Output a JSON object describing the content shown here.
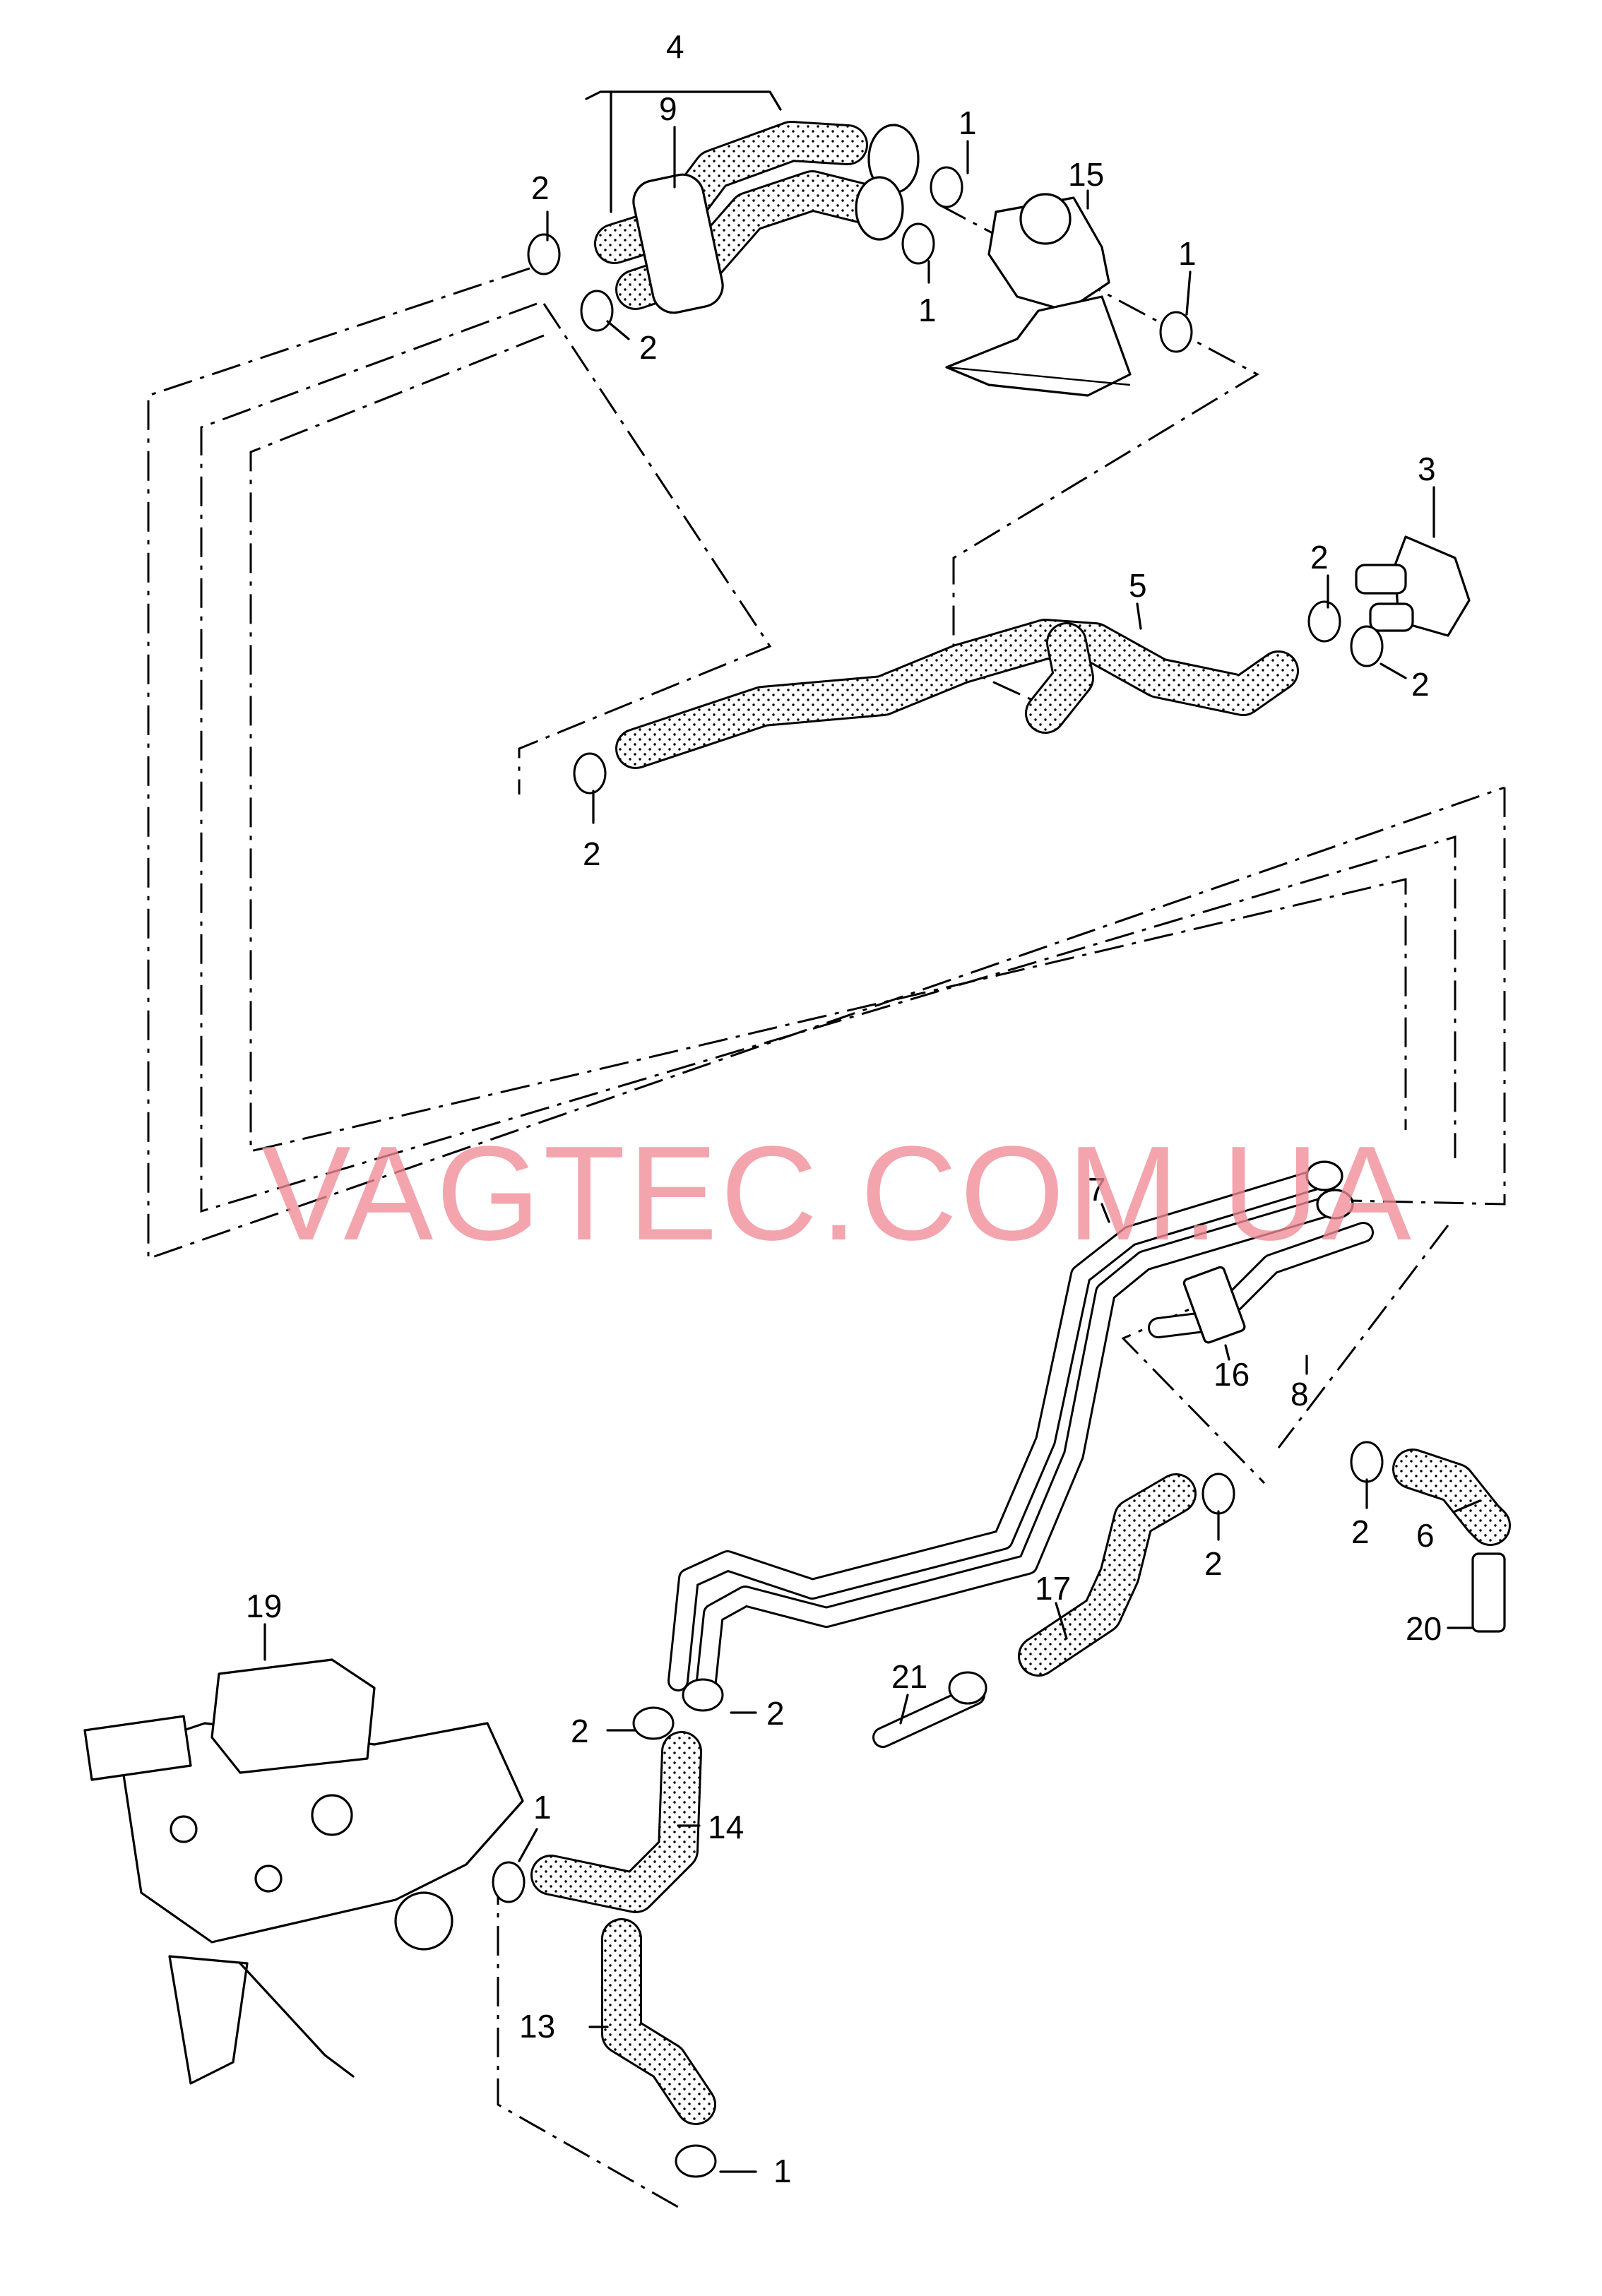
{
  "diagram": {
    "watermark": "VAGTEC.COM.UA",
    "callouts": {
      "c4": "4",
      "c9": "9",
      "c2_top_left": "2",
      "c2_top_mid": "2",
      "c1_top_a": "1",
      "c1_top_b": "1",
      "c15": "15",
      "c1_top_right": "1",
      "c3": "3",
      "c5": "5",
      "c2_right_a": "2",
      "c2_right_b": "2",
      "c2_mid_left": "2",
      "c7": "7",
      "c16": "16",
      "c8": "8",
      "c2_lower_mid": "2",
      "c2_lower_right": "2",
      "c6": "6",
      "c17": "17",
      "c20": "20",
      "c21": "21",
      "c19": "19",
      "c2_bottom_a": "2",
      "c2_bottom_b": "2",
      "c14": "14",
      "c1_bottom_a": "1",
      "c13": "13",
      "c1_bottom_b": "1"
    }
  }
}
